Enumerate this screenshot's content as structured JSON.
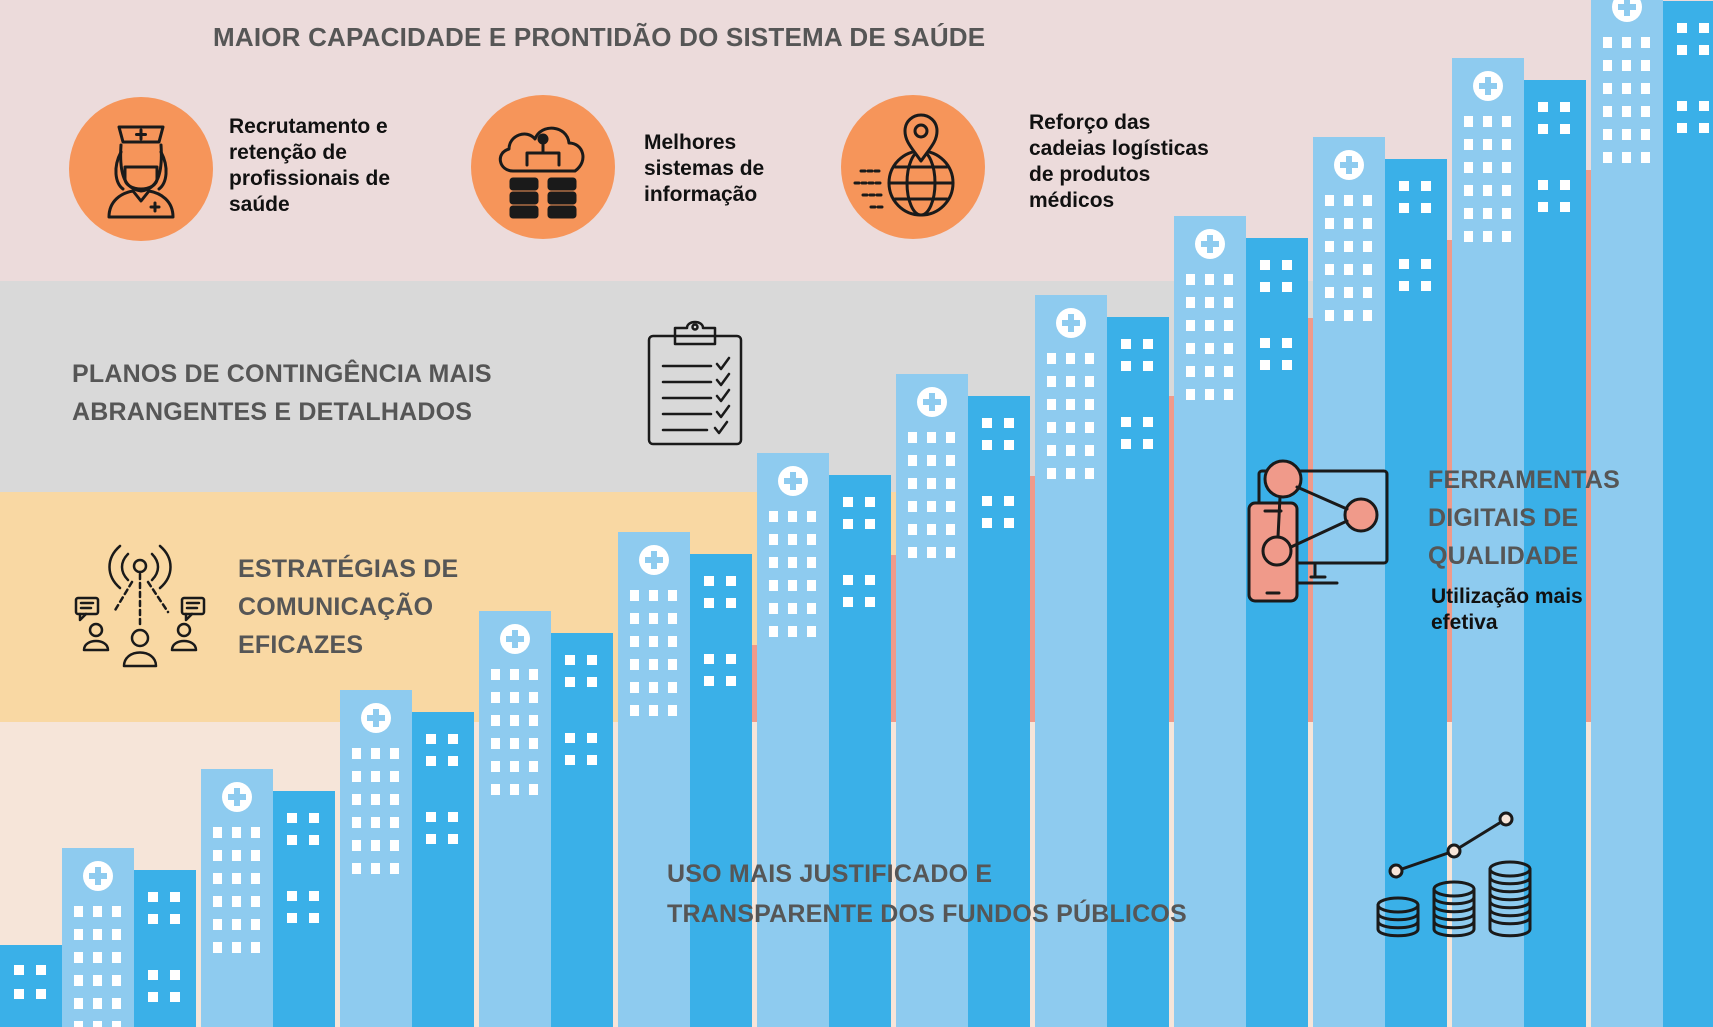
{
  "top": {
    "title": "MAIOR CAPACIDADE E PRONTIDÃO DO SISTEMA DE SAÚDE",
    "items": [
      {
        "icon": "nurse-icon",
        "lines": [
          "Recrutamento e",
          "retenção de",
          "profissionais de",
          "saúde"
        ]
      },
      {
        "icon": "cloud-server-icon",
        "lines": [
          "Melhores",
          "sistemas de",
          "informação"
        ]
      },
      {
        "icon": "globe-location-icon",
        "lines": [
          "Reforço das",
          "cadeias logísticas",
          "de produtos",
          "médicos"
        ]
      }
    ]
  },
  "contingency": {
    "lines": [
      "PLANOS DE CONTINGÊNCIA MAIS",
      "ABRANGENTES E DETALHADOS"
    ],
    "icon": "clipboard-checklist-icon"
  },
  "communication": {
    "lines": [
      "ESTRATÉGIAS DE",
      "COMUNICAÇÃO",
      "EFICAZES"
    ],
    "icon": "broadcast-people-icon"
  },
  "digital": {
    "lines": [
      "FERRAMENTAS",
      "DIGITAIS DE",
      "QUALIDADE"
    ],
    "sub_lines": [
      "Utilização mais",
      "efetiva"
    ],
    "icon": "devices-network-icon"
  },
  "funds": {
    "lines": [
      "USO MAIS JUSTIFICADO E",
      "TRANSPARENTE DOS FUNDOS PÚBLICOS"
    ],
    "icon": "coins-growth-icon"
  },
  "colors": {
    "top_band": "#ecdbdb",
    "gray_band": "#d9d9d9",
    "yellow_band": "#f9d8a3",
    "bottom_band": "#f6e5d9",
    "salmon": "#f09a8a",
    "icon_circle": "#f6955a",
    "building_light": "#8ecbef",
    "building_dark": "#3ab0e8",
    "heading_text": "#565656"
  }
}
